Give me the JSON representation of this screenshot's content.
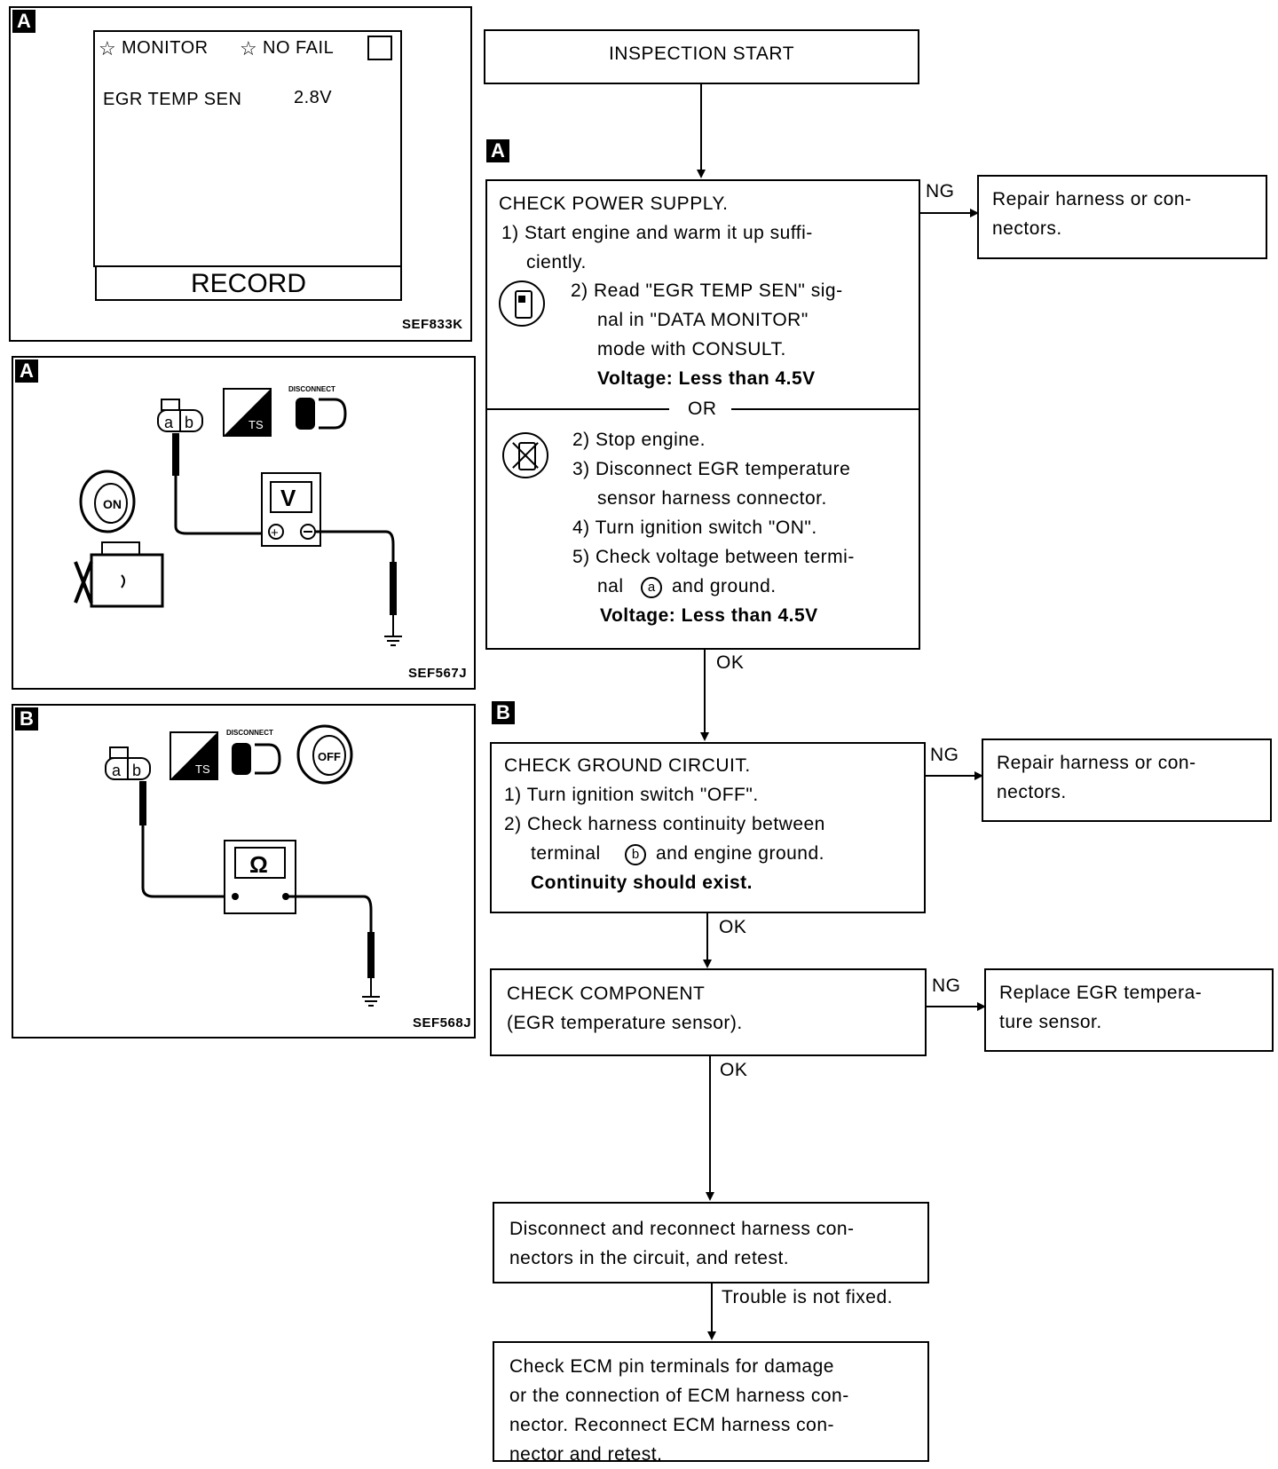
{
  "figures": {
    "fig1": {
      "tag": "A",
      "screen_title": "MONITOR",
      "screen_status": "NO FAIL",
      "item_label": "EGR TEMP SEN",
      "item_value": "2.8V",
      "record_button": "RECORD",
      "code": "SEF833K"
    },
    "fig2": {
      "tag": "A",
      "terminal_a": "a",
      "terminal_b": "b",
      "meter": "V",
      "plus": "+",
      "minus": "−",
      "key_label": "ON",
      "disconnect_label": "DISCONNECT",
      "ts_label": "TS",
      "code": "SEF567J"
    },
    "fig3": {
      "tag": "B",
      "terminal_a": "a",
      "terminal_b": "b",
      "meter": "Ω",
      "key_label": "OFF",
      "disconnect_label": "DISCONNECT",
      "ts_label": "TS",
      "code": "SEF568J"
    }
  },
  "flow": {
    "start": "INSPECTION START",
    "step_a_tag": "A",
    "step_a": {
      "title": "CHECK POWER SUPPLY.",
      "l1": "1) Start engine and warm it up suffi-",
      "l2": "ciently.",
      "c1": "2) Read \"EGR TEMP SEN\" sig-",
      "c2": "nal in \"DATA MONITOR\"",
      "c3": "mode with CONSULT.",
      "c4": "Voltage: Less than 4.5V",
      "or": "OR",
      "d1": "2) Stop engine.",
      "d2": "3) Disconnect EGR temperature",
      "d3": "sensor harness connector.",
      "d4": "4) Turn ignition switch \"ON\".",
      "d5": "5) Check voltage between termi-",
      "d6a": "nal",
      "d6t": "a",
      "d6b": "and ground.",
      "d7": "Voltage: Less than 4.5V"
    },
    "ng1": "NG",
    "repair1_l1": "Repair harness or con-",
    "repair1_l2": "nectors.",
    "ok1": "OK",
    "step_b_tag": "B",
    "step_b": {
      "title": "CHECK GROUND CIRCUIT.",
      "l1": "1) Turn ignition switch \"OFF\".",
      "l2": "2) Check harness continuity between",
      "l3a": "terminal",
      "l3t": "b",
      "l3b": "and engine ground.",
      "l4": "Continuity should exist."
    },
    "ng2": "NG",
    "repair2_l1": "Repair harness or con-",
    "repair2_l2": "nectors.",
    "ok2": "OK",
    "component_l1": "CHECK COMPONENT",
    "component_l2": "(EGR temperature sensor).",
    "ng3": "NG",
    "replace_l1": "Replace EGR tempera-",
    "replace_l2": "ture sensor.",
    "ok3": "OK",
    "reconnect_l1": "Disconnect and reconnect harness con-",
    "reconnect_l2": "nectors in the circuit, and retest.",
    "trouble": "Trouble is not fixed.",
    "ecm_l1": "Check ECM pin terminals for damage",
    "ecm_l2": "or the connection of ECM harness con-",
    "ecm_l3": "nector. Reconnect ECM harness con-",
    "ecm_l4": "nector and retest."
  }
}
